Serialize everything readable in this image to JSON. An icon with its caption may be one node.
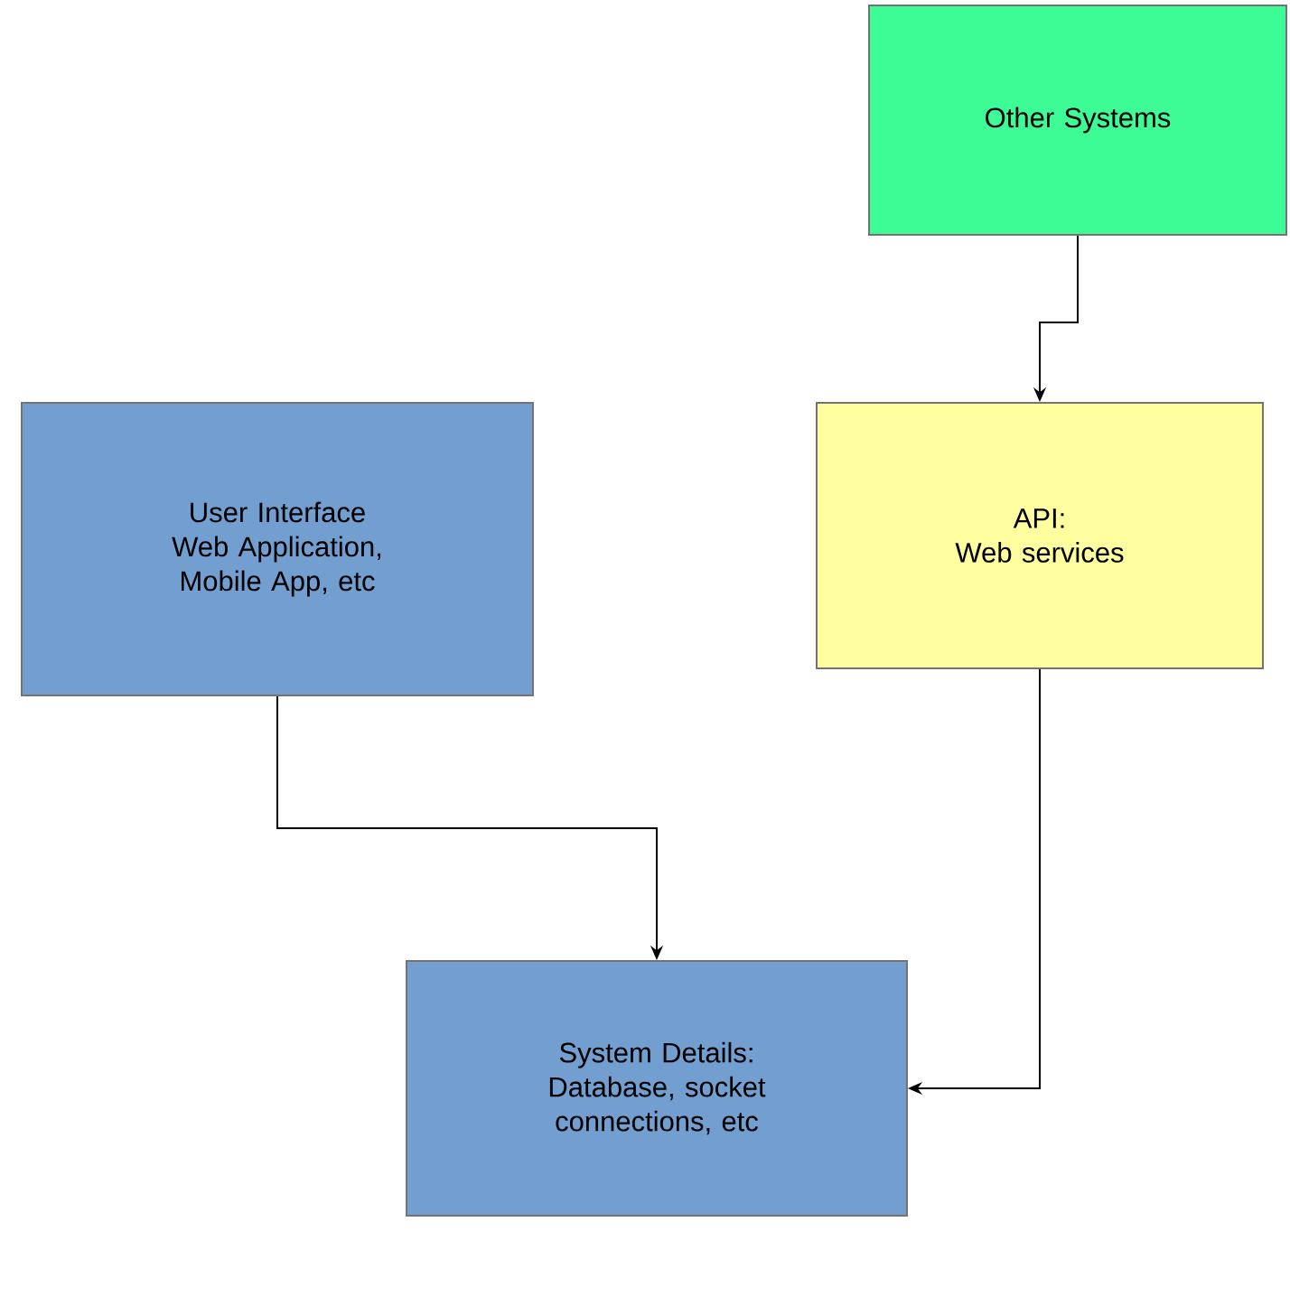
{
  "diagram": {
    "nodes": [
      {
        "text": [
          "Other Systems"
        ]
      },
      {
        "text": [
          "User Interface",
          "Web Application, Mobile App, etc"
        ]
      },
      {
        "text": [
          "API:",
          "Web services"
        ]
      },
      {
        "text": [
          "System Details:",
          "Database, socket connections, etc"
        ]
      }
    ],
    "edges": [
      {
        "from": 0,
        "to": 2,
        "arrow": "to"
      },
      {
        "from": 1,
        "to": 3,
        "arrow": "to"
      },
      {
        "from": 2,
        "to": 3,
        "arrow": "to"
      }
    ]
  }
}
